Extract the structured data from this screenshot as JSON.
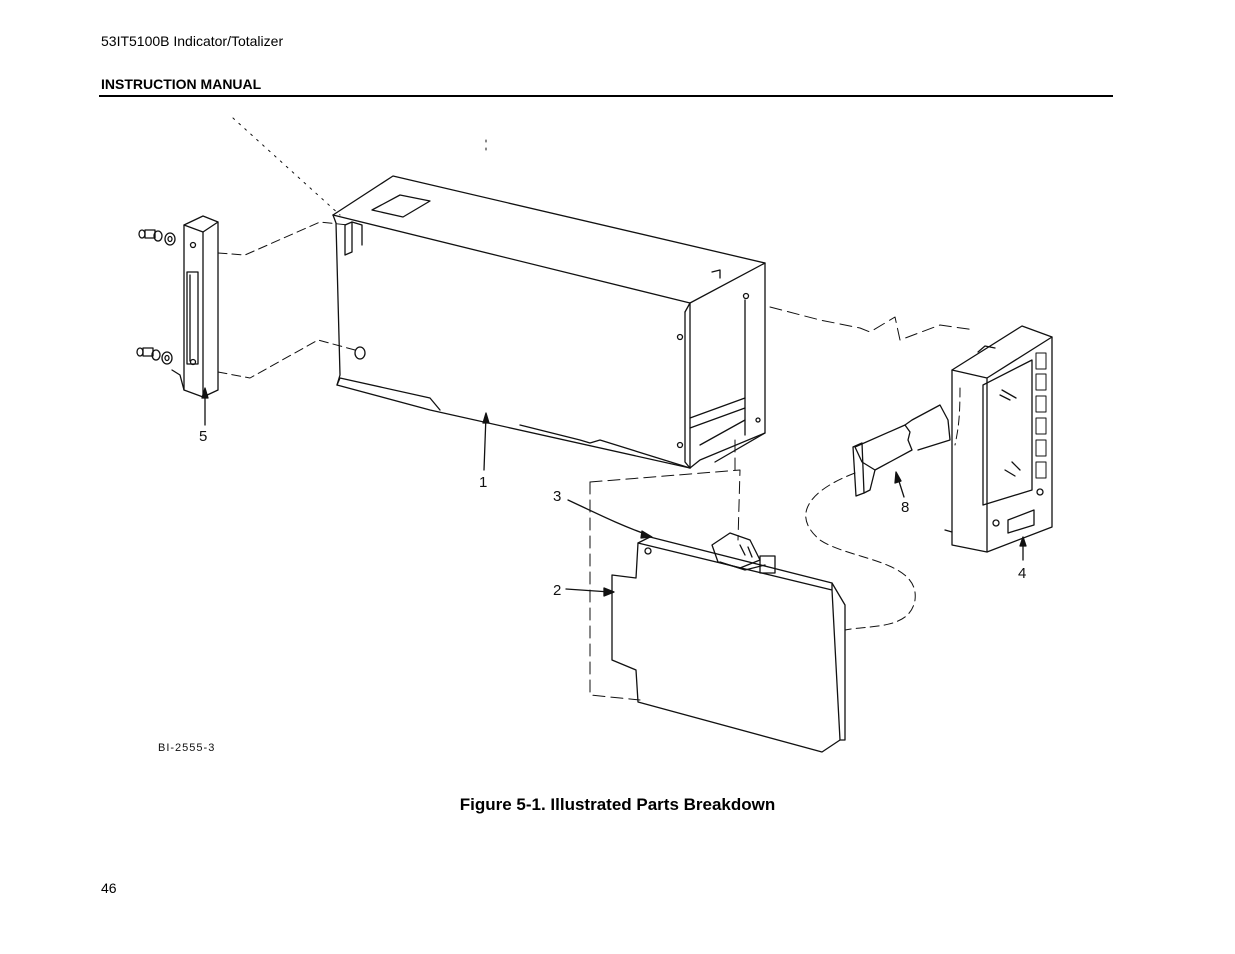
{
  "header": {
    "title": "53IT5100B Indicator/Totalizer",
    "subtitle": "INSTRUCTION MANUAL"
  },
  "figure": {
    "drawing_id": "BI-2555-3",
    "callouts": [
      "1",
      "2",
      "3",
      "4",
      "5",
      "8"
    ],
    "caption": "Figure 5-1.  Illustrated Parts Breakdown"
  },
  "footer": {
    "page_number": "46"
  }
}
